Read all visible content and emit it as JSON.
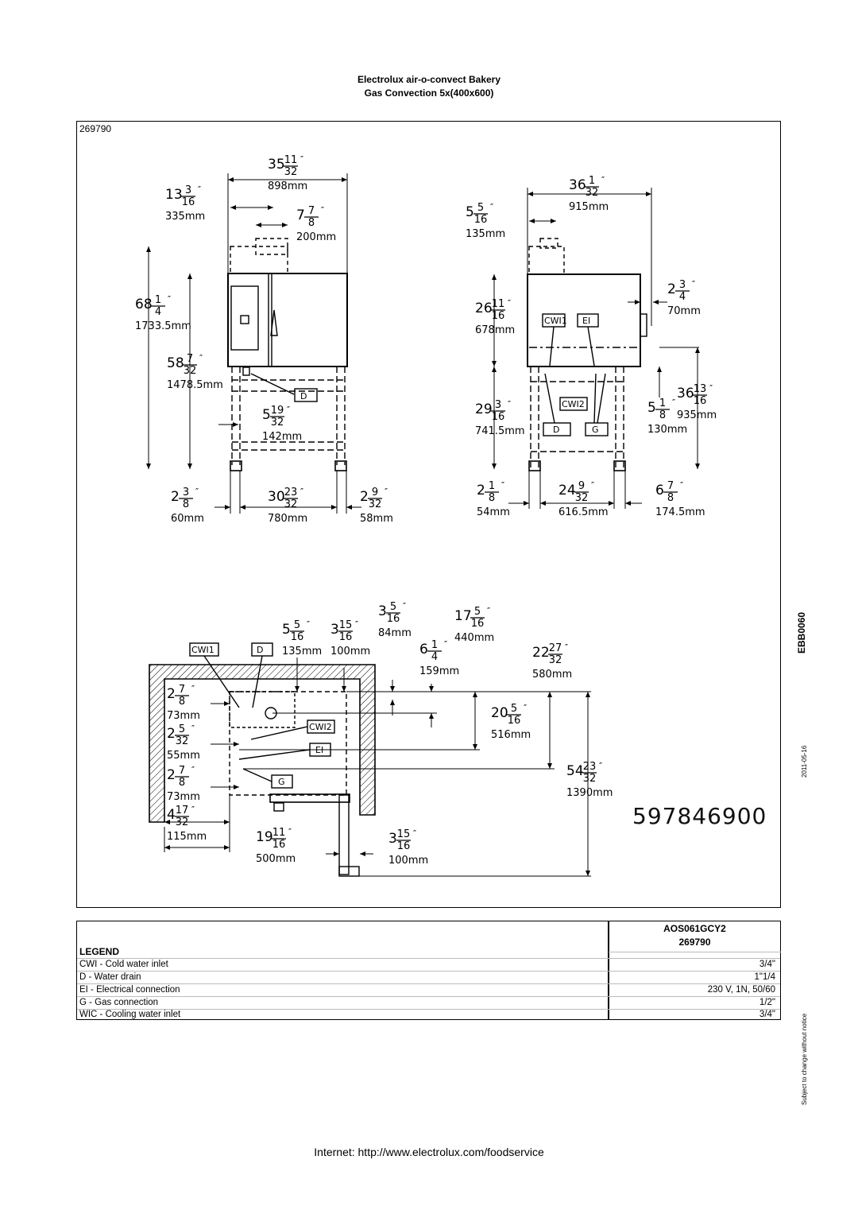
{
  "header": {
    "line1": "Electrolux air-o-convect Bakery",
    "line2": "Gas Convection 5x(400x600)"
  },
  "drawing": {
    "id": "269790",
    "serial": "597846900",
    "doc_code": "EBB0060",
    "date": "2011-05-16",
    "front_view": {
      "overall_width": {
        "whole": "35",
        "num": "11",
        "den": "32",
        "mm": "898mm"
      },
      "left_offset": {
        "whole": "13",
        "num": "3",
        "den": "16",
        "mm": "335mm"
      },
      "flue_width": {
        "whole": "7",
        "num": "7",
        "den": "8",
        "mm": "200mm"
      },
      "total_height": {
        "whole": "68",
        "num": "1",
        "den": "4",
        "mm": "1733.5mm"
      },
      "body_height": {
        "whole": "58",
        "num": "7",
        "den": "32",
        "mm": "1478.5mm"
      },
      "drain_height": {
        "whole": "5",
        "num": "19",
        "den": "32",
        "mm": "142mm"
      },
      "left_foot": {
        "whole": "2",
        "num": "3",
        "den": "8",
        "mm": "60mm"
      },
      "feet_span": {
        "whole": "30",
        "num": "23",
        "den": "32",
        "mm": "780mm"
      },
      "right_foot": {
        "whole": "2",
        "num": "9",
        "den": "32",
        "mm": "58mm"
      },
      "label_d": "D"
    },
    "side_view": {
      "overall_depth": {
        "whole": "36",
        "num": "1",
        "den": "32",
        "mm": "915mm"
      },
      "flue_offset": {
        "whole": "5",
        "num": "5",
        "den": "16",
        "mm": "135mm"
      },
      "handle_depth": {
        "whole": "2",
        "num": "3",
        "den": "4",
        "mm": "70mm"
      },
      "upper_height": {
        "whole": "26",
        "num": "11",
        "den": "16",
        "mm": "678mm"
      },
      "lower_height": {
        "whole": "29",
        "num": "3",
        "den": "16",
        "mm": "741.5mm"
      },
      "full_height": {
        "whole": "36",
        "num": "13",
        "den": "16",
        "mm": "935mm"
      },
      "drain_offset": {
        "whole": "5",
        "num": "1",
        "den": "8",
        "mm": "130mm"
      },
      "left_foot": {
        "whole": "2",
        "num": "1",
        "den": "8",
        "mm": "54mm"
      },
      "feet_span": {
        "whole": "24",
        "num": "9",
        "den": "32",
        "mm": "616.5mm"
      },
      "right_foot": {
        "whole": "6",
        "num": "7",
        "den": "8",
        "mm": "174.5mm"
      },
      "labels": {
        "cwi1": "CWI1",
        "ei": "EI",
        "cwi2": "CWI2",
        "d": "D",
        "g": "G"
      }
    },
    "top_view": {
      "d1": {
        "whole": "5",
        "num": "5",
        "den": "16",
        "mm": "135mm"
      },
      "d2": {
        "whole": "3",
        "num": "15",
        "den": "16",
        "mm": "100mm"
      },
      "d3": {
        "whole": "3",
        "num": "5",
        "den": "16",
        "mm": "84mm"
      },
      "d4": {
        "whole": "17",
        "num": "5",
        "den": "16",
        "mm": "440mm"
      },
      "d5": {
        "whole": "6",
        "num": "1",
        "den": "4",
        "mm": "159mm"
      },
      "d6": {
        "whole": "22",
        "num": "27",
        "den": "32",
        "mm": "580mm"
      },
      "d7": {
        "whole": "2",
        "num": "7",
        "den": "8",
        "mm": "73mm"
      },
      "d8": {
        "whole": "2",
        "num": "5",
        "den": "32",
        "mm": "55mm"
      },
      "d9": {
        "whole": "2",
        "num": "7",
        "den": "8",
        "mm": "73mm"
      },
      "d10": {
        "whole": "4",
        "num": "17",
        "den": "32",
        "mm": "115mm"
      },
      "d11": {
        "whole": "20",
        "num": "5",
        "den": "16",
        "mm": "516mm"
      },
      "d12": {
        "whole": "54",
        "num": "23",
        "den": "32",
        "mm": "1390mm"
      },
      "d13": {
        "whole": "19",
        "num": "11",
        "den": "16",
        "mm": "500mm"
      },
      "d14": {
        "whole": "3",
        "num": "15",
        "den": "16",
        "mm": "100mm"
      },
      "labels": {
        "cwi1": "CWI1",
        "d": "D",
        "cwi2": "CWI2",
        "ei": "EI",
        "g": "G"
      }
    }
  },
  "legend": {
    "title": "LEGEND",
    "model": "AOS061GCY2",
    "model_id": "269790",
    "rows": [
      {
        "label": "CWI - Cold water inlet",
        "value": "3/4\""
      },
      {
        "label": "D - Water drain",
        "value": "1\"1/4"
      },
      {
        "label": "EI - Electrical connection",
        "value": "230 V, 1N, 50/60"
      },
      {
        "label": "G - Gas connection",
        "value": "1/2\""
      },
      {
        "label": "WIC - Cooling water inlet",
        "value": "3/4\""
      }
    ]
  },
  "side_notice": "Subject to change without notice",
  "footer": "Internet: http://www.electrolux.com/foodservice"
}
